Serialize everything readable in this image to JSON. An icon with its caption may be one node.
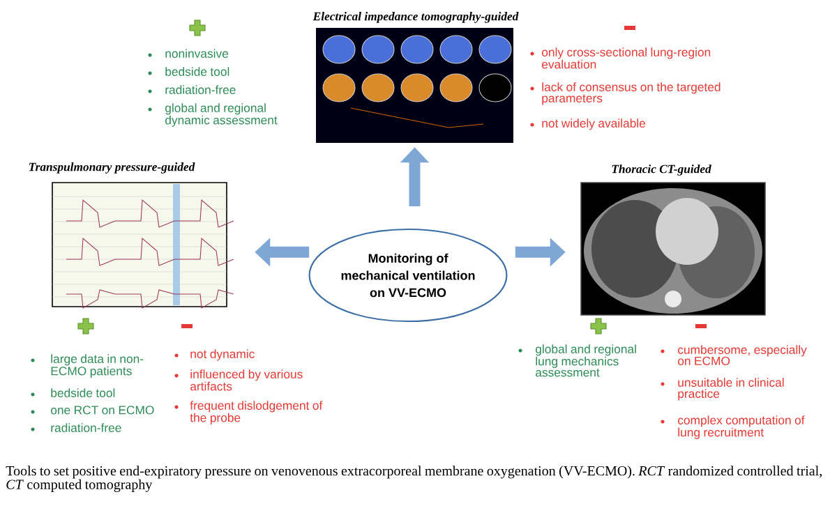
{
  "diagram": {
    "nodes": [
      {
        "text": [
          "Monitoring of mechanical ventilation on VV-ECMO"
        ]
      },
      {
        "text": [
          "Electrical impedance tomography-guided"
        ]
      },
      {
        "text": [
          "Transpulmonary pressure-guided"
        ]
      },
      {
        "text": [
          "Thoracic CT-guided"
        ]
      }
    ],
    "edges": [
      {
        "from": 0,
        "to": 1,
        "arrow": "to"
      },
      {
        "from": 0,
        "to": 2,
        "arrow": "to"
      },
      {
        "from": 0,
        "to": 3,
        "arrow": "to"
      }
    ],
    "labels": [
      "noninvasive",
      "bedside tool",
      "radiation-free",
      "global and regional dynamic assessment",
      "only cross-sectional lung-region evaluation",
      "lack of consensus on the targeted parameters",
      "not widely available",
      "large data in non-ECMO patients",
      "bedside tool",
      "one RCT on ECMO",
      "radiation-free",
      "not dynamic",
      "influenced by various artifacts",
      "frequent dislodgement of the probe",
      "global and regional lung mechanics assessment",
      "cumbersome, especially on ECMO",
      "unsuitable in clinical practice",
      "complex computation of lung recruitment"
    ],
    "caption": "Tools to set positive end-expiratory pressure on venovenous extracorporeal membrane oxygenation (VV-ECMO). *RCT* randomized controlled trial, *CT* computed tomography"
  }
}
